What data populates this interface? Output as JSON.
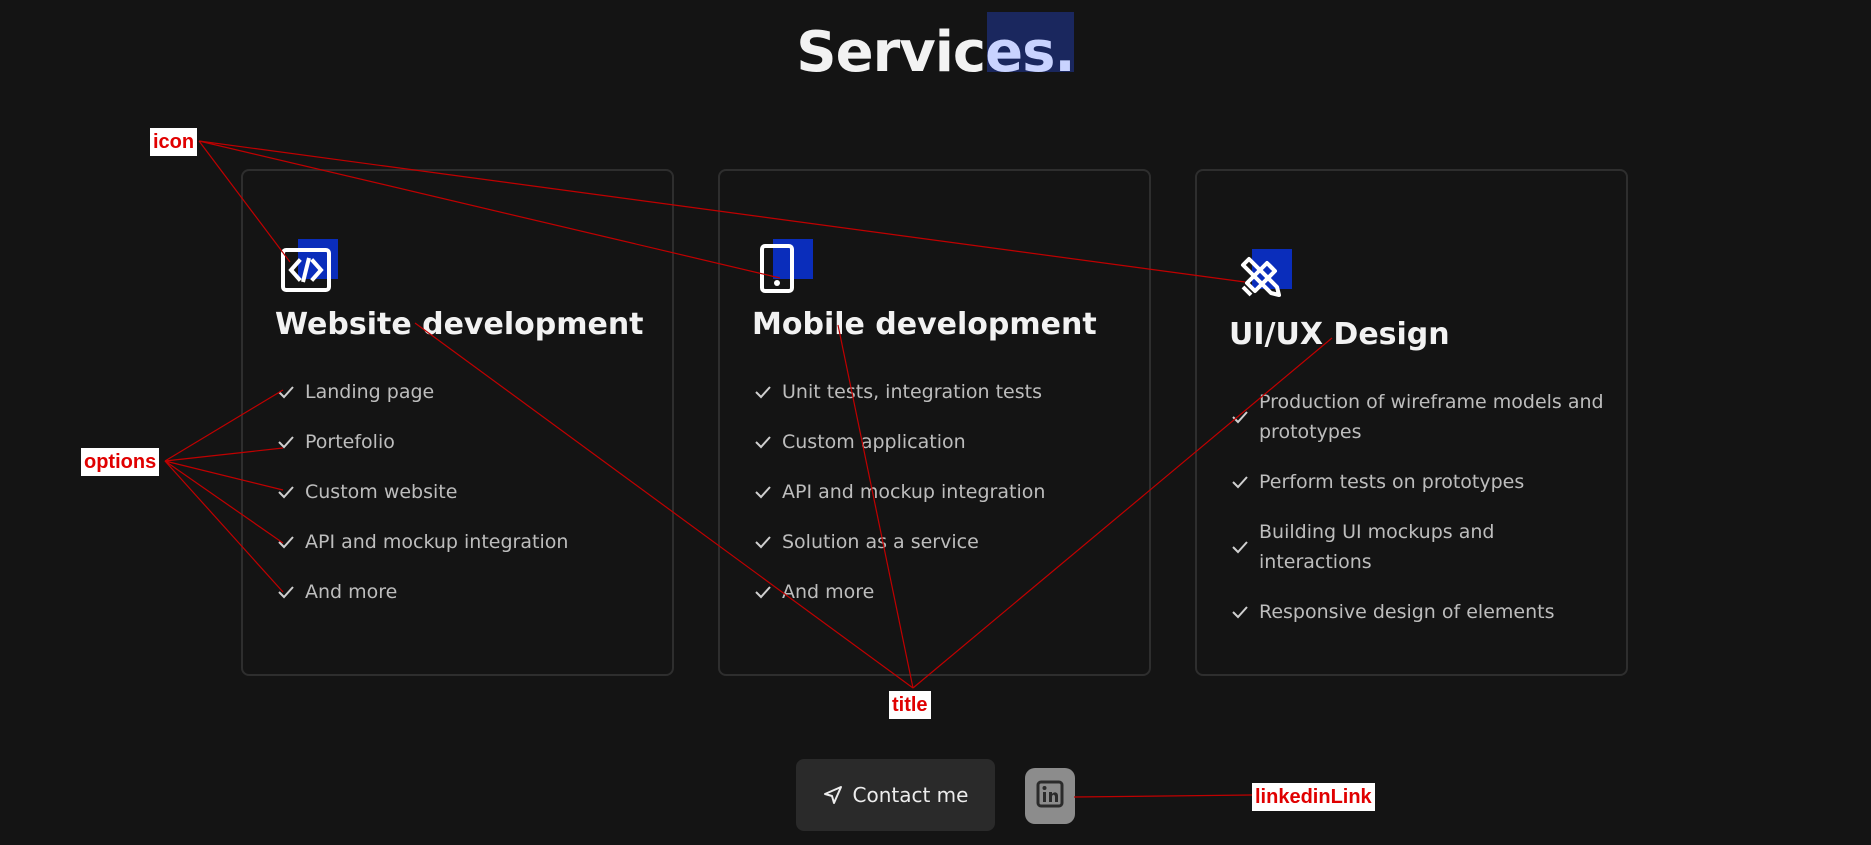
{
  "heading": {
    "main": "Servic",
    "tail": "es."
  },
  "cards": [
    {
      "icon": "code-icon",
      "title": "Website development",
      "options": [
        "Landing page",
        "Portefolio",
        "Custom website",
        "API and mockup integration",
        "And more"
      ]
    },
    {
      "icon": "tablet-icon",
      "title": "Mobile development",
      "options": [
        "Unit tests, integration tests",
        "Custom application",
        "API and mockup integration",
        "Solution as a service",
        "And more"
      ]
    },
    {
      "icon": "design-tools-icon",
      "title": "UI/UX Design",
      "options": [
        "Production of wireframe models and prototypes",
        "Perform tests on prototypes",
        "Building UI mockups and interactions",
        "Responsive design of elements"
      ]
    }
  ],
  "contact": {
    "label": "Contact me",
    "icon": "send-icon"
  },
  "linkedin": {
    "icon": "linkedin-icon"
  },
  "annotations": {
    "icon": "icon",
    "options": "options",
    "title": "title",
    "linkedin": "linkedinLink"
  },
  "colors": {
    "background": "#141414",
    "accent": "#0a2dbb",
    "annotation": "#e00000"
  }
}
